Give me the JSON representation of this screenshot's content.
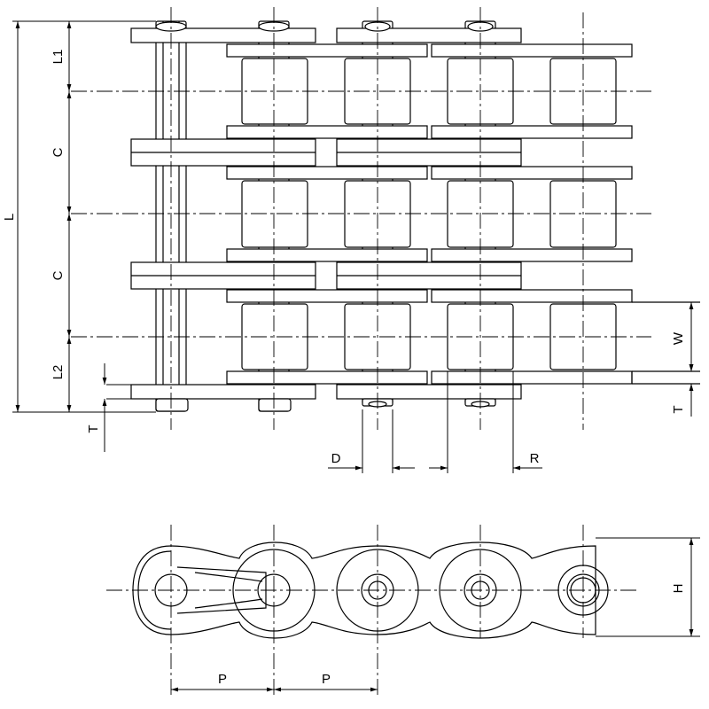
{
  "labels": {
    "L": "L",
    "L1": "L1",
    "L2": "L2",
    "C_upper": "C",
    "C_lower": "C",
    "T_left": "T",
    "T_right": "T",
    "W": "W",
    "D": "D",
    "R": "R",
    "H": "H",
    "P_first": "P",
    "P_second": "P"
  }
}
